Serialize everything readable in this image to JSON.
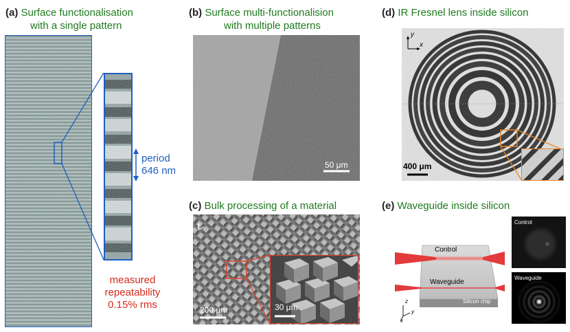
{
  "panels": {
    "a": {
      "letter": "(a)",
      "title_line1": "Surface functionalisation",
      "title_line2": "with a single pattern",
      "period_label": "period",
      "period_value": "646 nm",
      "repeat_line1": "measured",
      "repeat_line2": "repeatability",
      "repeat_line3": "0.15% rms"
    },
    "b": {
      "letter": "(b)",
      "title_line1": "Surface multi-functionalision",
      "title_line2": "with multiple patterns",
      "scale": "50 μm"
    },
    "c": {
      "letter": "(c)",
      "title": "Bulk processing of a material",
      "scale_main": "200 μm",
      "scale_inset": "30 μm"
    },
    "d": {
      "letter": "(d)",
      "title": "IR Fresnel lens inside silicon",
      "scale": "400 μm",
      "axis_y": "y",
      "axis_x": "x"
    },
    "e": {
      "letter": "(e)",
      "title": "Waveguide inside silicon",
      "control_label": "Control",
      "waveguide_label": "Waveguide",
      "chip_label": "Silicon chip",
      "thumb_control": "Control",
      "thumb_waveguide": "Waveguide",
      "axis_z": "z",
      "axis_y": "y",
      "axis_x": "x"
    }
  },
  "colors": {
    "title_green": "#1f7a1f",
    "annotation_blue": "#1f5fbf",
    "annotation_red": "#d42a1e",
    "inset_orange": "#e8872a"
  }
}
